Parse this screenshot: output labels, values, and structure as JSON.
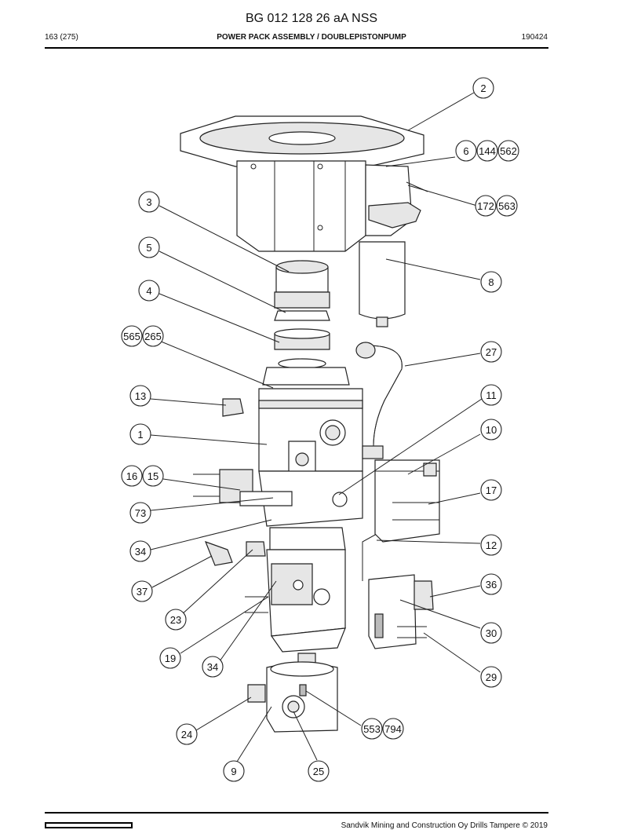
{
  "header": {
    "document_title": "BG 012 128 26 aA NSS",
    "page_number": "163 (275)",
    "section_title": "POWER PACK ASSEMBLY / DOUBLEPISTONPUMP",
    "revision": "190424"
  },
  "footer": {
    "copyright": "Sandvik Mining and Construction Oy Drills Tampere © 2019"
  },
  "callouts": [
    {
      "label": "2"
    },
    {
      "label": "6"
    },
    {
      "label": "144"
    },
    {
      "label": "562"
    },
    {
      "label": "172"
    },
    {
      "label": "563"
    },
    {
      "label": "3"
    },
    {
      "label": "5"
    },
    {
      "label": "8"
    },
    {
      "label": "4"
    },
    {
      "label": "565"
    },
    {
      "label": "265"
    },
    {
      "label": "27"
    },
    {
      "label": "13"
    },
    {
      "label": "11"
    },
    {
      "label": "1"
    },
    {
      "label": "10"
    },
    {
      "label": "16"
    },
    {
      "label": "15"
    },
    {
      "label": "17"
    },
    {
      "label": "73"
    },
    {
      "label": "12"
    },
    {
      "label": "34"
    },
    {
      "label": "36"
    },
    {
      "label": "37"
    },
    {
      "label": "23"
    },
    {
      "label": "30"
    },
    {
      "label": "19"
    },
    {
      "label": "34"
    },
    {
      "label": "29"
    },
    {
      "label": "553"
    },
    {
      "label": "794"
    },
    {
      "label": "24"
    },
    {
      "label": "9"
    },
    {
      "label": "25"
    }
  ]
}
